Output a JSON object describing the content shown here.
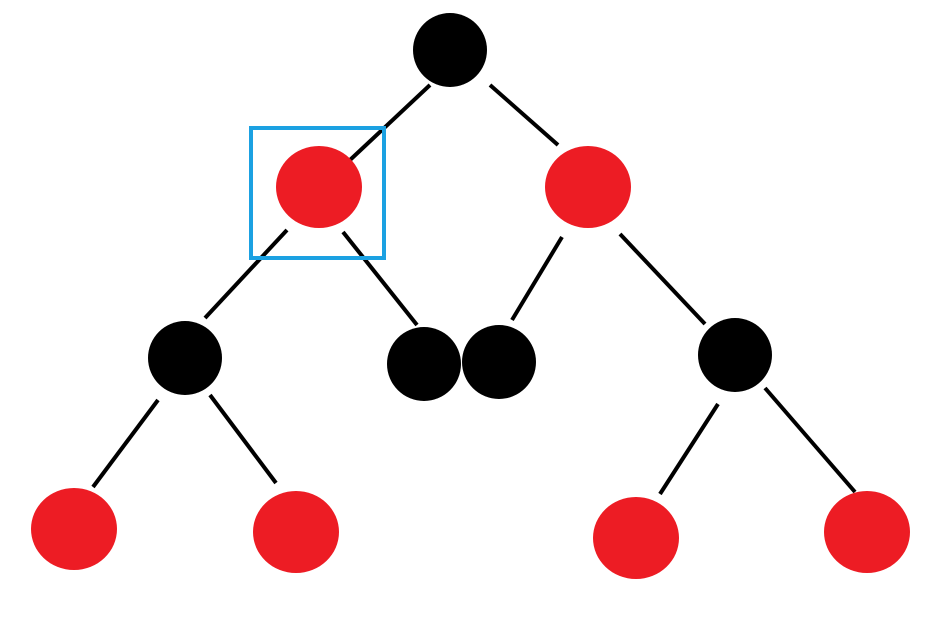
{
  "colors": {
    "background": "#ffffff",
    "black_node": "#000000",
    "red_node": "#ed1c24",
    "edge": "#000000",
    "highlight": "#1ba1e2"
  },
  "nodes": [
    {
      "id": "root",
      "color": "black"
    },
    {
      "id": "l",
      "color": "red",
      "highlighted": true
    },
    {
      "id": "r",
      "color": "red"
    },
    {
      "id": "ll",
      "color": "black"
    },
    {
      "id": "lr",
      "color": "black"
    },
    {
      "id": "rl",
      "color": "black"
    },
    {
      "id": "rr",
      "color": "black"
    },
    {
      "id": "lll",
      "color": "red"
    },
    {
      "id": "llr",
      "color": "red"
    },
    {
      "id": "rrl",
      "color": "red"
    },
    {
      "id": "rrr",
      "color": "red"
    }
  ],
  "edges": [
    {
      "from": "root",
      "to": "l"
    },
    {
      "from": "root",
      "to": "r"
    },
    {
      "from": "l",
      "to": "ll"
    },
    {
      "from": "l",
      "to": "lr"
    },
    {
      "from": "r",
      "to": "rl"
    },
    {
      "from": "r",
      "to": "rr"
    },
    {
      "from": "ll",
      "to": "lll"
    },
    {
      "from": "ll",
      "to": "llr"
    },
    {
      "from": "rr",
      "to": "rrl"
    },
    {
      "from": "rr",
      "to": "rrr"
    }
  ]
}
